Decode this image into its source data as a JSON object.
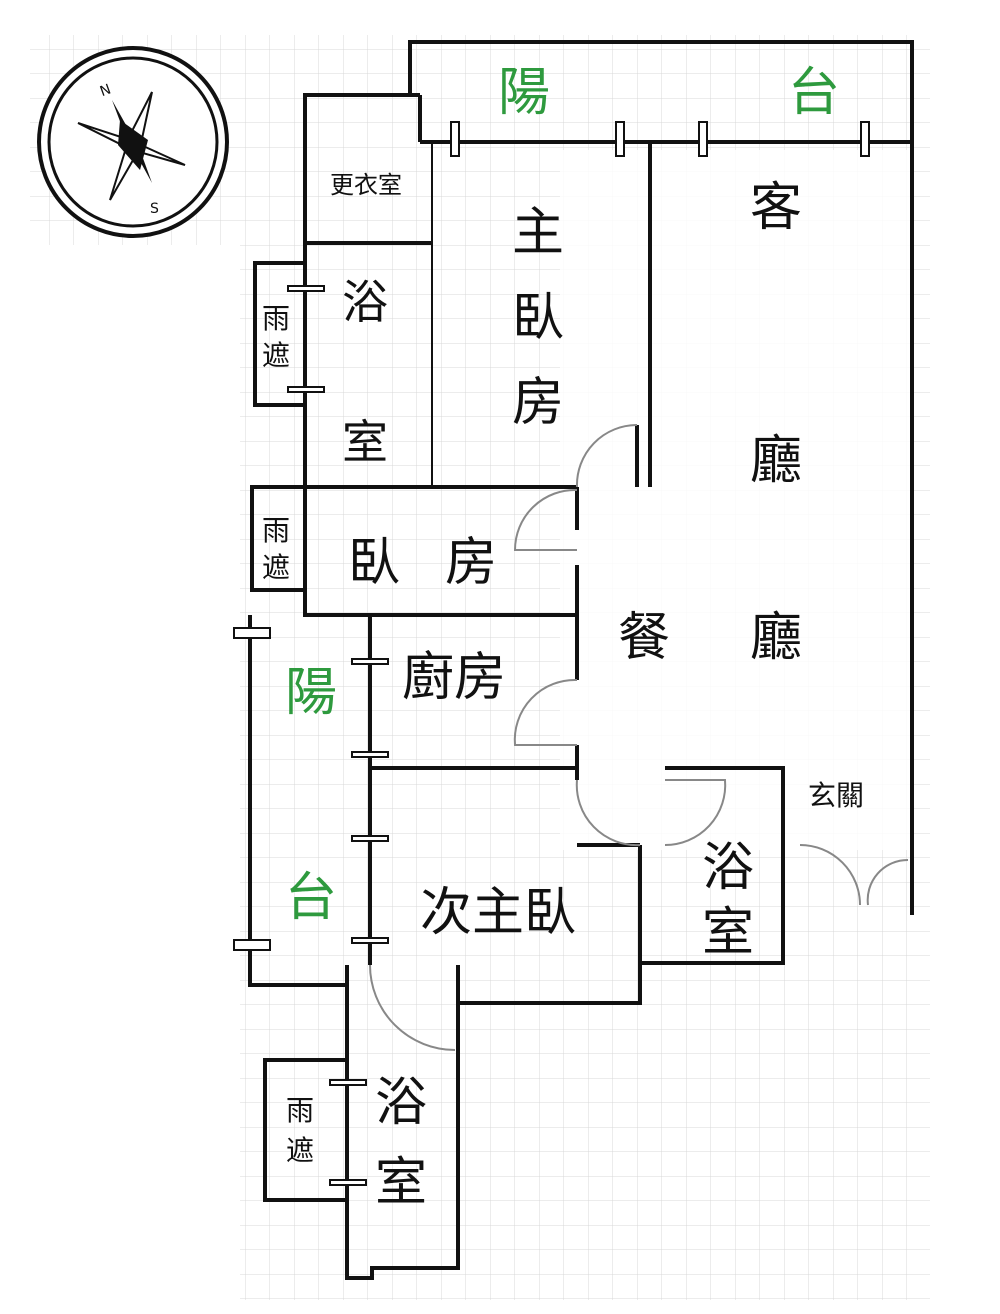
{
  "title": "Floor plan",
  "compass": {
    "north": "N",
    "south": "S"
  },
  "rooms": {
    "balcony_top": [
      "陽",
      "台"
    ],
    "living_room": [
      "客",
      "廳"
    ],
    "master_bedroom": [
      "主",
      "臥",
      "房"
    ],
    "dressing_room": "更衣室",
    "bathroom_master": [
      "浴",
      "室"
    ],
    "rain_cover": [
      "雨",
      "遮"
    ],
    "bedroom": [
      "臥",
      "房"
    ],
    "kitchen": "廚房",
    "dining_room": [
      "餐",
      "廳"
    ],
    "balcony_west": [
      "陽",
      "台"
    ],
    "second_master": "次主臥",
    "bathroom_guest": [
      "浴",
      "室"
    ],
    "entrance": "玄關",
    "bathroom_second": [
      "浴",
      "室"
    ]
  },
  "colors": {
    "balcony_text": "#2e9a3e",
    "wall": "#111111",
    "grid": "#d8d8d8"
  }
}
